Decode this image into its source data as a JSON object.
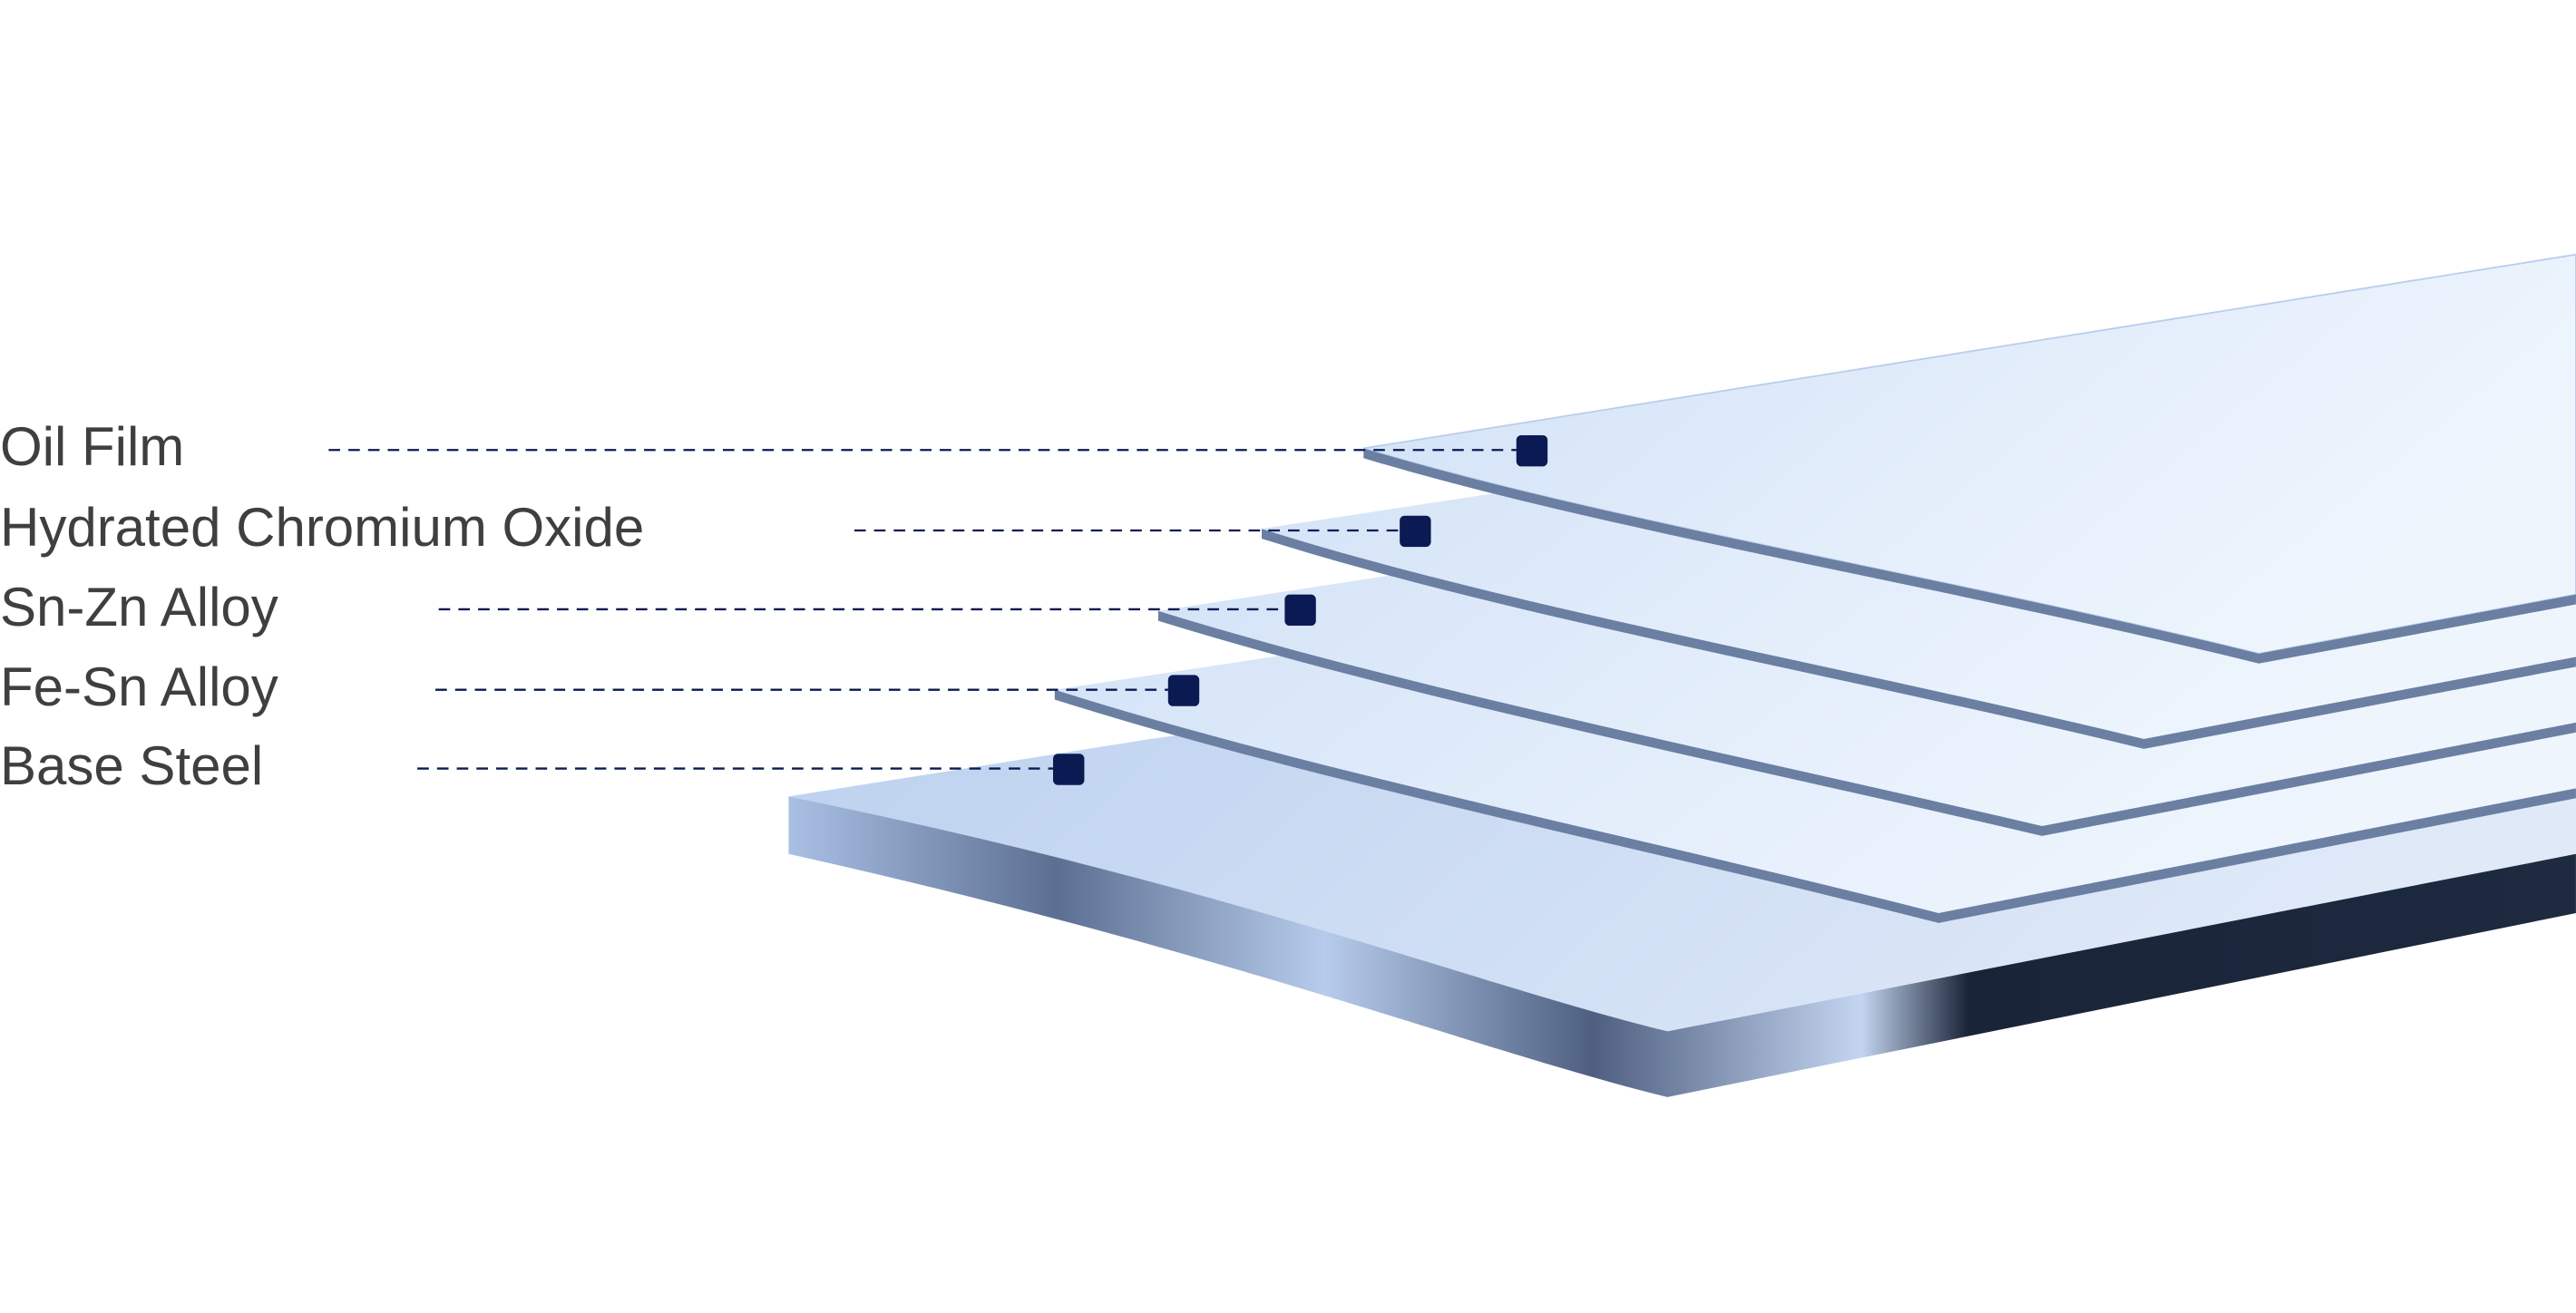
{
  "title": "Tinplate layer structure",
  "layers": [
    {
      "name": "Oil Film"
    },
    {
      "name": "Hydrated Chromium Oxide"
    },
    {
      "name": "Sn-Zn Alloy"
    },
    {
      "name": "Fe-Sn Alloy"
    },
    {
      "name": "Base Steel"
    }
  ],
  "colors": {
    "marker": "#0b1a52",
    "text": "#3f3f3f",
    "plate_light": "#e6f0fb",
    "plate_edge": "#6a7fa2"
  }
}
